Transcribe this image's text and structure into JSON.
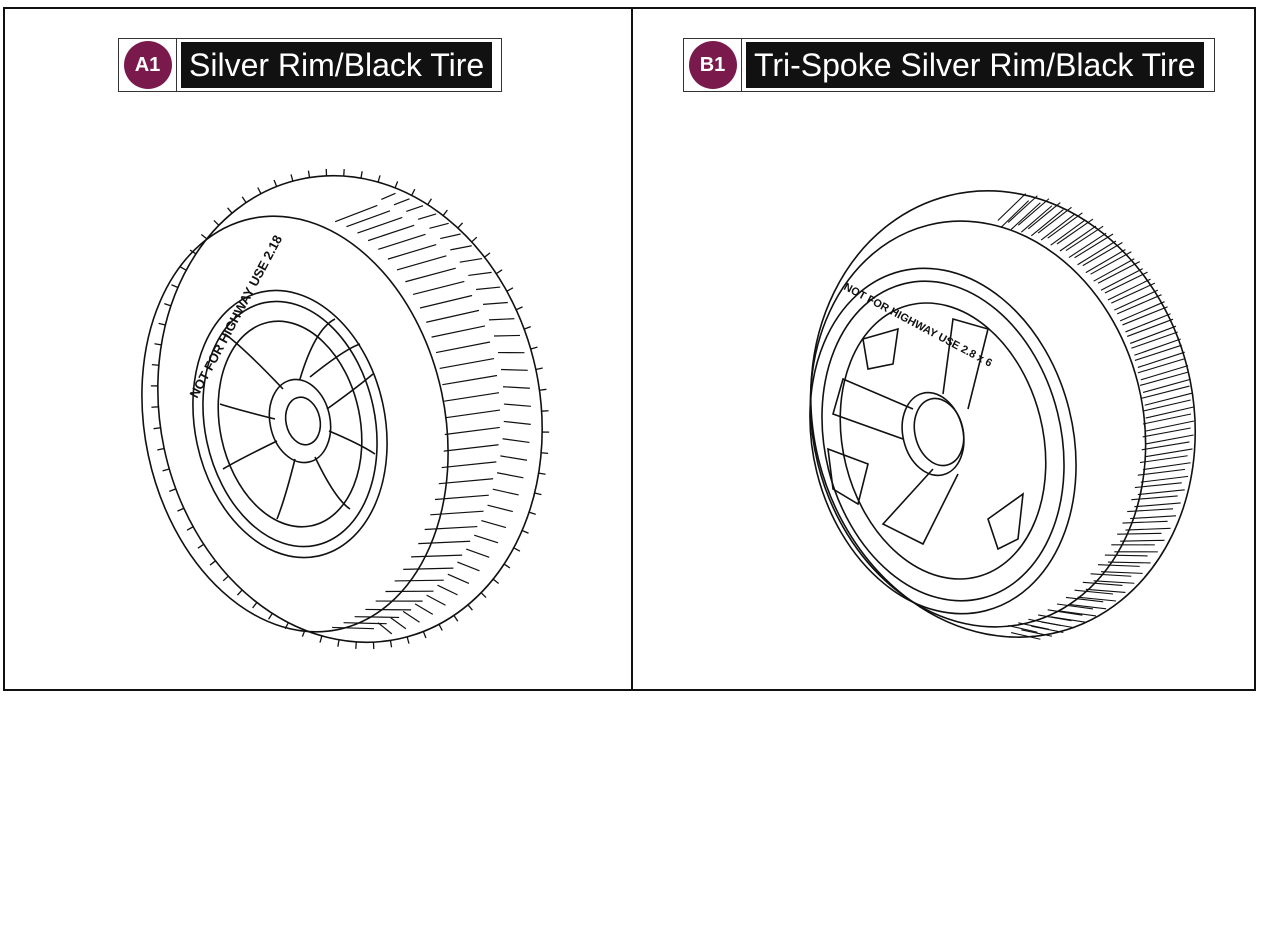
{
  "colors": {
    "badge": "#7a1a4c",
    "line": "#111111",
    "label_bg": "#111111"
  },
  "panels": [
    {
      "badge": "A1",
      "title": "Silver Rim/Black Tire",
      "sidewall_text": "NOT FOR HIGHWAY USE  2.18",
      "icon": "wheel-5-spoke-knobby-icon"
    },
    {
      "badge": "B1",
      "title": "Tri-Spoke Silver Rim/Black Tire",
      "sidewall_text": "NOT FOR HIGHWAY USE  2.8 x 6",
      "icon": "wheel-tri-spoke-treaded-icon"
    }
  ]
}
